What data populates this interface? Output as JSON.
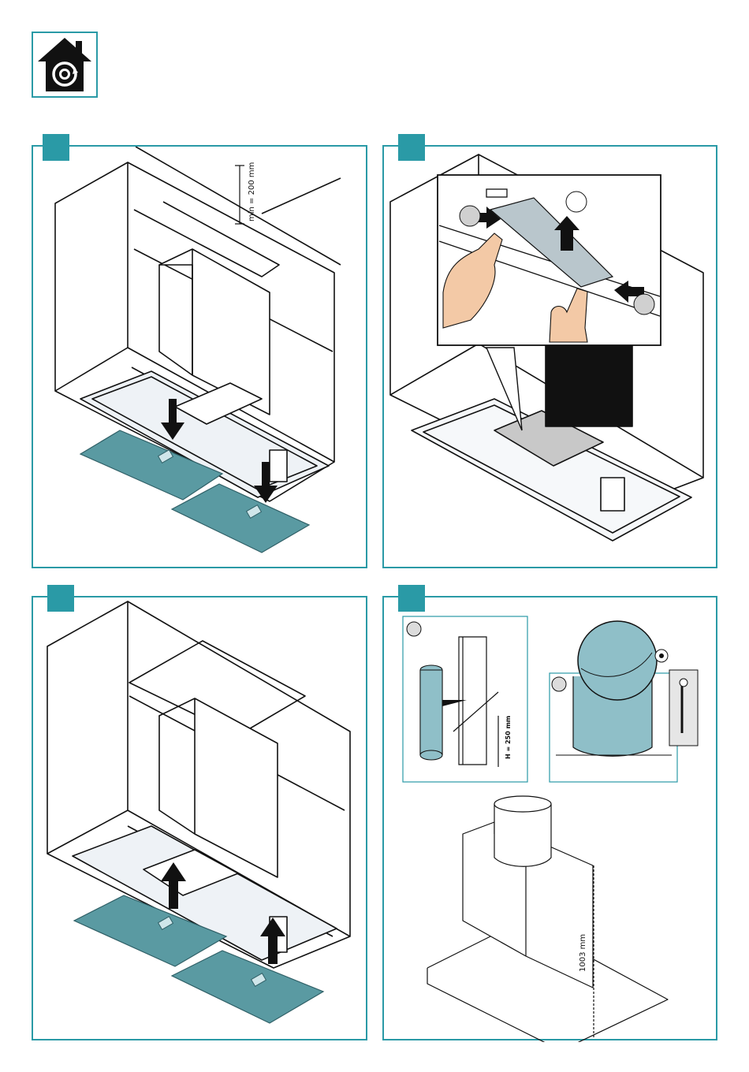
{
  "header": {
    "mode_icon": "recirculation-house-icon"
  },
  "panels": [
    {
      "id": "step-1",
      "dimension_label": "min = 200 mm"
    },
    {
      "id": "step-2",
      "callout_markers": [
        "",
        "",
        ""
      ]
    },
    {
      "id": "step-3"
    },
    {
      "id": "step-4",
      "height_label": "H = 250 mm",
      "total_height_label": "1003 mm"
    }
  ],
  "colors": {
    "accent": "#2a9aa6",
    "filter": "#5a9aa2",
    "duct": "#8fbfc8"
  }
}
